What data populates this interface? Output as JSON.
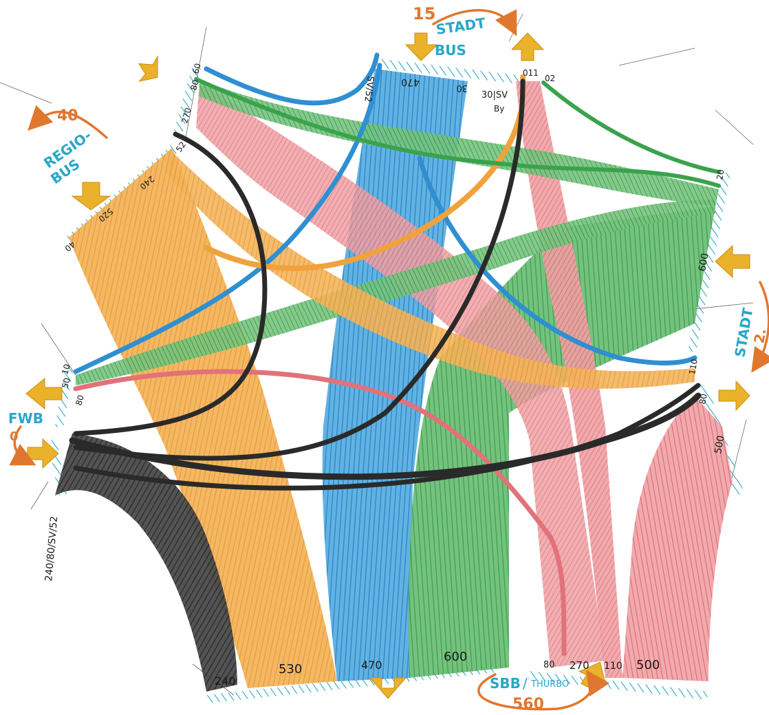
{
  "colors": {
    "orange": "#f0a23c",
    "blue": "#2f8fd1",
    "green": "#3aa24d",
    "red": "#e2727a",
    "black": "#2a2a2a",
    "rust": "#e0772e",
    "gold": "#eab12b",
    "hatch": "#2aa6c9",
    "paper": "#ffffff"
  },
  "labels": {
    "stadt_bus_top_1": "STADT",
    "stadt_bus_top_2": "BUS",
    "num_15": "15",
    "regio_1": "REGIO-",
    "regio_2": "BUS",
    "num_40": "40",
    "stadt_right": "STADT",
    "num_2": "2.",
    "fwb": "FWB",
    "num_0": "0",
    "sbb": "SBB",
    "thurbo": "THURBO",
    "num_560": "560",
    "sbb_slash": "/",
    "top_a": "SV/52",
    "top_b": "470",
    "top_c": "30",
    "top_d": "30|SV",
    "top_e": "By",
    "top_f": "011",
    "top_g": "02",
    "tl_a": "60",
    "tl_b": "80",
    "tl_c": "270",
    "left_a": "52",
    "left_b": "240",
    "left_c": "520",
    "left_d": "40",
    "side_a": "10",
    "side_b": "50",
    "side_c": "80",
    "side_left_vertical": "240/80/SV/52",
    "right_a": "20",
    "right_b": "600",
    "right_c": "110",
    "right_d": "80",
    "right_e": "500",
    "bottom_a": "240",
    "bottom_b": "530",
    "bottom_c": "470",
    "bottom_d": "600",
    "bottom_e": "80",
    "bottom_f": "270",
    "bottom_g": "110",
    "bottom_h": "500"
  }
}
